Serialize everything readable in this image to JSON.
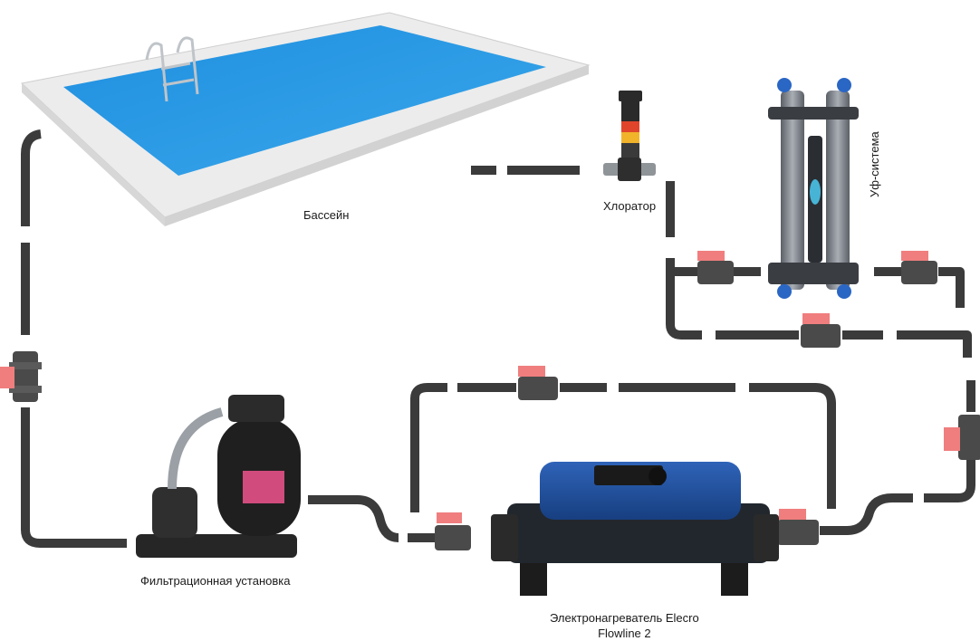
{
  "labels": {
    "pool": "Бассейн",
    "chlorinator": "Хлоратор",
    "uv_system": "Уф-система",
    "filter_unit": "Фильтрационная установка",
    "heater_line1": "Электронагреватель Elecro",
    "heater_line2": "Flowline 2"
  },
  "colors": {
    "pipe": "#3b3b3b",
    "pool_water": "#2a8fd6",
    "valve_handle": "#f07e7e",
    "heater_body": "#1f4e9c"
  }
}
